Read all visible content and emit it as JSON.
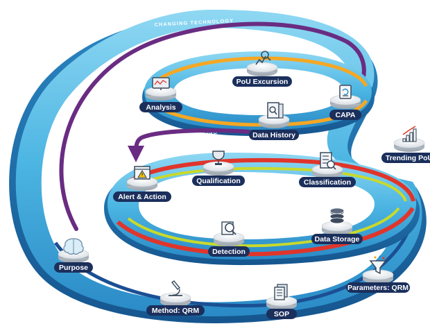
{
  "bands": {
    "outer": "CHANGING TECHNOLOGY",
    "inner": "ADJUSTING"
  },
  "nodes": {
    "pou_excursion": {
      "label": "PoU Excursion",
      "icon": "magnifier-chart-icon"
    },
    "analysis": {
      "label": "Analysis",
      "icon": "monitor-analysis-icon"
    },
    "capa": {
      "label": "CAPA",
      "icon": "clipboard-cycle-icon"
    },
    "data_history": {
      "label": "Data History",
      "icon": "document-search-icon"
    },
    "trending_pou": {
      "label": "Trending PoU",
      "icon": "bar-chart-up-icon"
    },
    "qualification": {
      "label": "Qualification",
      "icon": "trophy-icon"
    },
    "classification": {
      "label": "Classification",
      "icon": "checklist-search-icon"
    },
    "alert_action": {
      "label": "Alert & Action",
      "icon": "warning-window-icon"
    },
    "data_storage": {
      "label": "Data Storage",
      "icon": "database-icon"
    },
    "detection": {
      "label": "Detection",
      "icon": "search-cursor-icon"
    },
    "purpose": {
      "label": "Purpose",
      "icon": "brain-icon"
    },
    "parameters_qrm": {
      "label": "Parameters: QRM",
      "icon": "filter-funnel-icon"
    },
    "method_qrm": {
      "label": "Method: QRM",
      "icon": "microscope-icon"
    },
    "sop": {
      "label": "SOP",
      "icon": "documents-icon"
    }
  },
  "colors": {
    "ring_light": "#5ec3e8",
    "ring_mid": "#2b8fcb",
    "ring_dark": "#1b4f93",
    "purple": "#6a2c82",
    "orange": "#f6a723",
    "red": "#e0352b",
    "lime": "#c9d92c",
    "label_bg": "#1b2f5c"
  }
}
